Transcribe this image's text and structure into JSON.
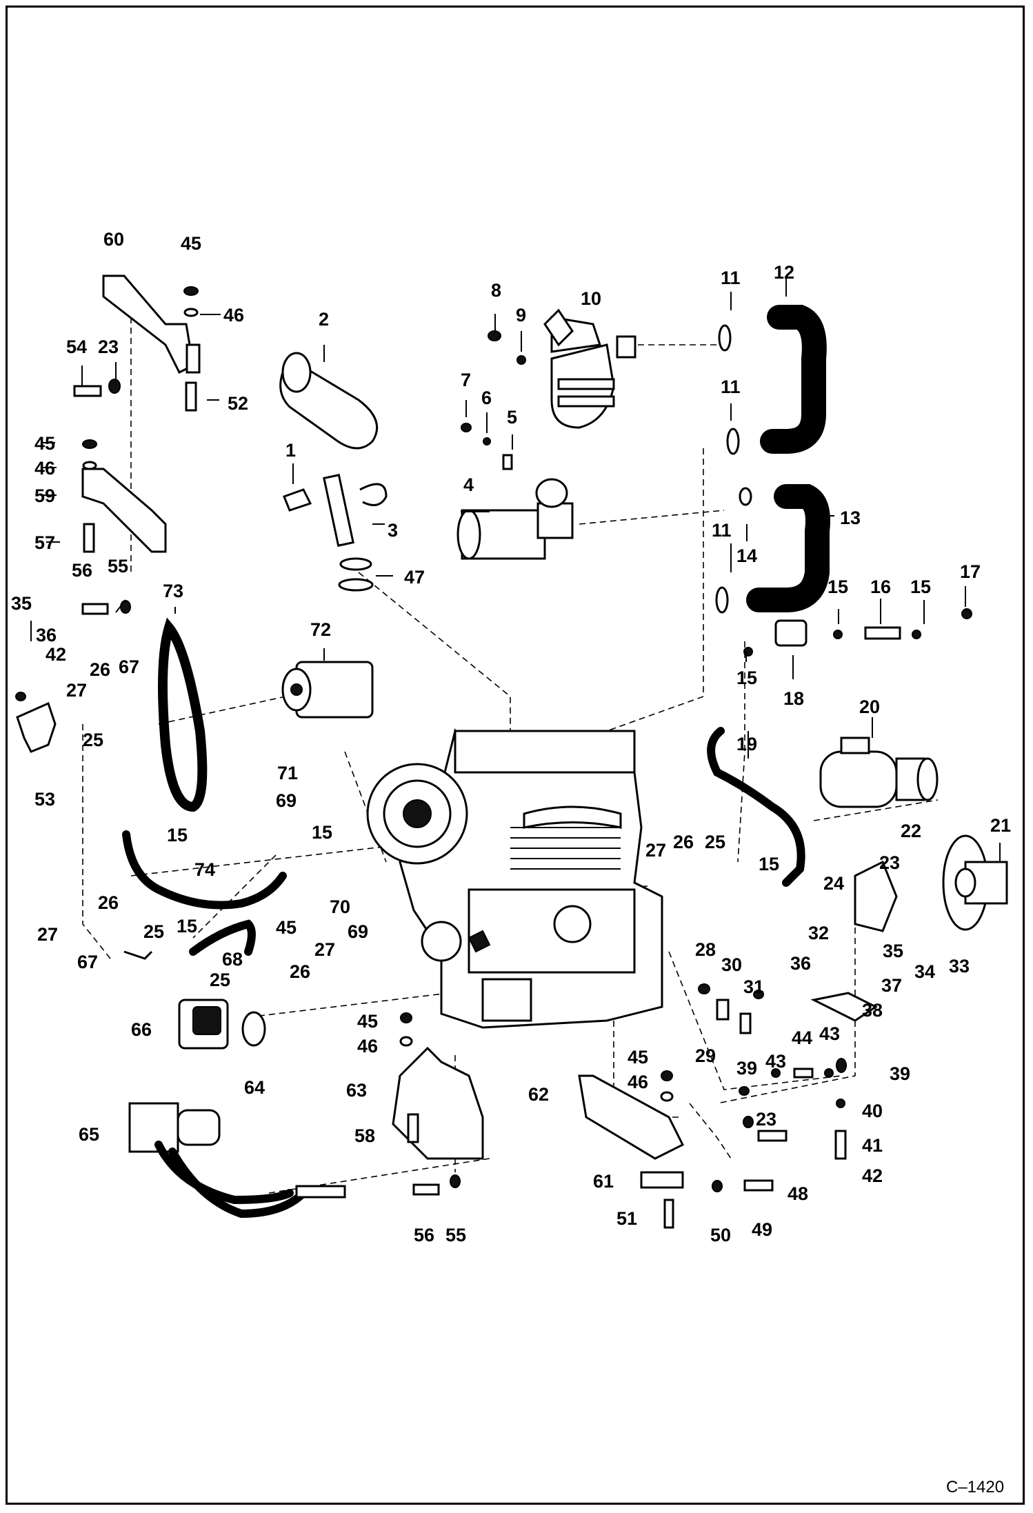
{
  "figure_code": "C–1420",
  "callouts": [
    {
      "id": "c1",
      "text": "1"
    },
    {
      "id": "c2",
      "text": "2"
    },
    {
      "id": "c3",
      "text": "3"
    },
    {
      "id": "c4",
      "text": "4"
    },
    {
      "id": "c5",
      "text": "5"
    },
    {
      "id": "c6",
      "text": "6"
    },
    {
      "id": "c7",
      "text": "7"
    },
    {
      "id": "c8",
      "text": "8"
    },
    {
      "id": "c9",
      "text": "9"
    },
    {
      "id": "c10",
      "text": "10"
    },
    {
      "id": "c11a",
      "text": "11"
    },
    {
      "id": "c11b",
      "text": "11"
    },
    {
      "id": "c11c",
      "text": "11"
    },
    {
      "id": "c12",
      "text": "12"
    },
    {
      "id": "c13",
      "text": "13"
    },
    {
      "id": "c14",
      "text": "14"
    },
    {
      "id": "c15a",
      "text": "15"
    },
    {
      "id": "c15b",
      "text": "15"
    },
    {
      "id": "c15c",
      "text": "15"
    },
    {
      "id": "c15d",
      "text": "15"
    },
    {
      "id": "c15e",
      "text": "15"
    },
    {
      "id": "c15f",
      "text": "15"
    },
    {
      "id": "c15g",
      "text": "15"
    },
    {
      "id": "c16",
      "text": "16"
    },
    {
      "id": "c17",
      "text": "17"
    },
    {
      "id": "c18",
      "text": "18"
    },
    {
      "id": "c19",
      "text": "19"
    },
    {
      "id": "c20",
      "text": "20"
    },
    {
      "id": "c21",
      "text": "21"
    },
    {
      "id": "c22",
      "text": "22"
    },
    {
      "id": "c23a",
      "text": "23"
    },
    {
      "id": "c23b",
      "text": "23"
    },
    {
      "id": "c23c",
      "text": "23"
    },
    {
      "id": "c24",
      "text": "24"
    },
    {
      "id": "c25a",
      "text": "25"
    },
    {
      "id": "c25b",
      "text": "25"
    },
    {
      "id": "c25c",
      "text": "25"
    },
    {
      "id": "c25d",
      "text": "25"
    },
    {
      "id": "c26a",
      "text": "26"
    },
    {
      "id": "c26b",
      "text": "26"
    },
    {
      "id": "c26c",
      "text": "26"
    },
    {
      "id": "c26d",
      "text": "26"
    },
    {
      "id": "c27a",
      "text": "27"
    },
    {
      "id": "c27b",
      "text": "27"
    },
    {
      "id": "c27c",
      "text": "27"
    },
    {
      "id": "c27d",
      "text": "27"
    },
    {
      "id": "c28",
      "text": "28"
    },
    {
      "id": "c29",
      "text": "29"
    },
    {
      "id": "c30",
      "text": "30"
    },
    {
      "id": "c31",
      "text": "31"
    },
    {
      "id": "c32",
      "text": "32"
    },
    {
      "id": "c33",
      "text": "33"
    },
    {
      "id": "c34",
      "text": "34"
    },
    {
      "id": "c35a",
      "text": "35"
    },
    {
      "id": "c35b",
      "text": "35"
    },
    {
      "id": "c36a",
      "text": "36"
    },
    {
      "id": "c36b",
      "text": "36"
    },
    {
      "id": "c37",
      "text": "37"
    },
    {
      "id": "c38",
      "text": "38"
    },
    {
      "id": "c39a",
      "text": "39"
    },
    {
      "id": "c39b",
      "text": "39"
    },
    {
      "id": "c40",
      "text": "40"
    },
    {
      "id": "c41",
      "text": "41"
    },
    {
      "id": "c42a",
      "text": "42"
    },
    {
      "id": "c42b",
      "text": "42"
    },
    {
      "id": "c43a",
      "text": "43"
    },
    {
      "id": "c43b",
      "text": "43"
    },
    {
      "id": "c44",
      "text": "44"
    },
    {
      "id": "c45a",
      "text": "45"
    },
    {
      "id": "c45b",
      "text": "45"
    },
    {
      "id": "c45c",
      "text": "45"
    },
    {
      "id": "c45d",
      "text": "45"
    },
    {
      "id": "c45e",
      "text": "45"
    },
    {
      "id": "c46a",
      "text": "46"
    },
    {
      "id": "c46b",
      "text": "46"
    },
    {
      "id": "c46c",
      "text": "46"
    },
    {
      "id": "c46d",
      "text": "46"
    },
    {
      "id": "c47",
      "text": "47"
    },
    {
      "id": "c48",
      "text": "48"
    },
    {
      "id": "c49",
      "text": "49"
    },
    {
      "id": "c50",
      "text": "50"
    },
    {
      "id": "c51",
      "text": "51"
    },
    {
      "id": "c52",
      "text": "52"
    },
    {
      "id": "c53",
      "text": "53"
    },
    {
      "id": "c54",
      "text": "54"
    },
    {
      "id": "c55a",
      "text": "55"
    },
    {
      "id": "c55b",
      "text": "55"
    },
    {
      "id": "c56a",
      "text": "56"
    },
    {
      "id": "c56b",
      "text": "56"
    },
    {
      "id": "c57",
      "text": "57"
    },
    {
      "id": "c58",
      "text": "58"
    },
    {
      "id": "c59",
      "text": "59"
    },
    {
      "id": "c60",
      "text": "60"
    },
    {
      "id": "c61",
      "text": "61"
    },
    {
      "id": "c62",
      "text": "62"
    },
    {
      "id": "c63",
      "text": "63"
    },
    {
      "id": "c64",
      "text": "64"
    },
    {
      "id": "c65",
      "text": "65"
    },
    {
      "id": "c66",
      "text": "66"
    },
    {
      "id": "c67a",
      "text": "67"
    },
    {
      "id": "c67b",
      "text": "67"
    },
    {
      "id": "c68",
      "text": "68"
    },
    {
      "id": "c69a",
      "text": "69"
    },
    {
      "id": "c69b",
      "text": "69"
    },
    {
      "id": "c70",
      "text": "70"
    },
    {
      "id": "c71",
      "text": "71"
    },
    {
      "id": "c72",
      "text": "72"
    },
    {
      "id": "c73",
      "text": "73"
    },
    {
      "id": "c74",
      "text": "74"
    }
  ]
}
